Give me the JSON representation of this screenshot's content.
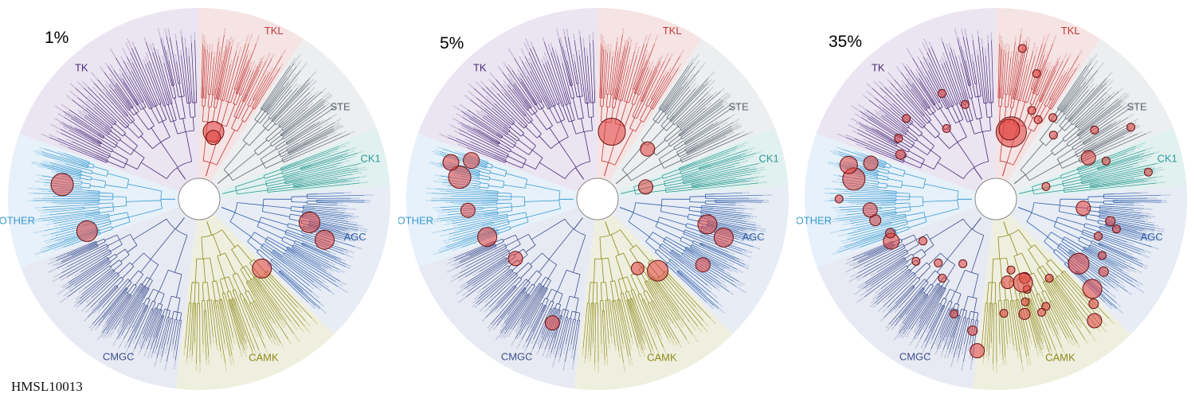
{
  "sample_id": "HMSL10013",
  "group_colors": {
    "TKL": "#c23a3a",
    "STE": "#5a6472",
    "CK1": "#2a9a94",
    "AGC": "#2f5ea8",
    "CAMK": "#8f8a1a",
    "CMGC": "#3a4f8f",
    "OTHER": "#3a9ad0",
    "TK": "#4a2a7a"
  },
  "sector_fill": {
    "TKL": "#f6e3e3",
    "STE": "#eceeef",
    "CK1": "#e1f1ef",
    "AGC": "#e7ecf5",
    "CAMK": "#efefdf",
    "CMGC": "#e8eaf3",
    "OTHER": "#e6f1fa",
    "TK": "#ebe5f1"
  },
  "panels": [
    {
      "label": "1%",
      "circles": [
        {
          "a": 12,
          "f": 0.36,
          "r": 13
        },
        {
          "a": 13,
          "f": 0.33,
          "r": 9
        },
        {
          "a": 102,
          "f": 0.59,
          "r": 13
        },
        {
          "a": 108,
          "f": 0.69,
          "r": 12
        },
        {
          "a": 138,
          "f": 0.49,
          "r": 12
        },
        {
          "a": 276,
          "f": 0.72,
          "r": 14
        },
        {
          "a": 254,
          "f": 0.61,
          "r": 13
        }
      ]
    },
    {
      "label": "5%",
      "circles": [
        {
          "a": 12,
          "f": 0.36,
          "r": 17
        },
        {
          "a": 45,
          "f": 0.37,
          "r": 9
        },
        {
          "a": 76,
          "f": 0.26,
          "r": 9
        },
        {
          "a": 103,
          "f": 0.59,
          "r": 12
        },
        {
          "a": 107,
          "f": 0.69,
          "r": 12
        },
        {
          "a": 122,
          "f": 0.65,
          "r": 9
        },
        {
          "a": 140,
          "f": 0.49,
          "r": 13
        },
        {
          "a": 150,
          "f": 0.42,
          "r": 8
        },
        {
          "a": 200,
          "f": 0.69,
          "r": 9
        },
        {
          "a": 234,
          "f": 0.53,
          "r": 9
        },
        {
          "a": 251,
          "f": 0.61,
          "r": 12
        },
        {
          "a": 265,
          "f": 0.68,
          "r": 9
        },
        {
          "a": 279,
          "f": 0.73,
          "r": 14
        },
        {
          "a": 284,
          "f": 0.79,
          "r": 10
        },
        {
          "a": 287,
          "f": 0.69,
          "r": 10
        }
      ]
    },
    {
      "label": "35%",
      "circles": [
        {
          "a": 13,
          "f": 0.36,
          "r": 19
        },
        {
          "a": 11,
          "f": 0.37,
          "r": 13
        },
        {
          "a": 10,
          "f": 0.8,
          "r": 5
        },
        {
          "a": 18,
          "f": 0.69,
          "r": 5
        },
        {
          "a": 22,
          "f": 0.5,
          "r": 5
        },
        {
          "a": 28,
          "f": 0.47,
          "r": 5
        },
        {
          "a": 35,
          "f": 0.52,
          "r": 5
        },
        {
          "a": 42,
          "f": 0.45,
          "r": 5
        },
        {
          "a": 55,
          "f": 0.63,
          "r": 5
        },
        {
          "a": 62,
          "f": 0.8,
          "r": 5
        },
        {
          "a": 66,
          "f": 0.53,
          "r": 9
        },
        {
          "a": 71,
          "f": 0.61,
          "r": 5
        },
        {
          "a": 76,
          "f": 0.27,
          "r": 5
        },
        {
          "a": 80,
          "f": 0.81,
          "r": 5
        },
        {
          "a": 96,
          "f": 0.46,
          "r": 9
        },
        {
          "a": 101,
          "f": 0.61,
          "r": 6
        },
        {
          "a": 104,
          "f": 0.65,
          "r": 5
        },
        {
          "a": 110,
          "f": 0.57,
          "r": 5
        },
        {
          "a": 118,
          "f": 0.63,
          "r": 5
        },
        {
          "a": 124,
          "f": 0.68,
          "r": 6
        },
        {
          "a": 128,
          "f": 0.55,
          "r": 13
        },
        {
          "a": 133,
          "f": 0.69,
          "r": 12
        },
        {
          "a": 137,
          "f": 0.75,
          "r": 6
        },
        {
          "a": 141,
          "f": 0.82,
          "r": 9
        },
        {
          "a": 146,
          "f": 0.5,
          "r": 5
        },
        {
          "a": 155,
          "f": 0.62,
          "r": 5
        },
        {
          "a": 158,
          "f": 0.64,
          "r": 5
        },
        {
          "a": 160,
          "f": 0.44,
          "r": 7
        },
        {
          "a": 161,
          "f": 0.5,
          "r": 5
        },
        {
          "a": 162,
          "f": 0.46,
          "r": 12
        },
        {
          "a": 164,
          "f": 0.56,
          "r": 5
        },
        {
          "a": 166,
          "f": 0.62,
          "r": 7
        },
        {
          "a": 168,
          "f": 0.38,
          "r": 5
        },
        {
          "a": 172,
          "f": 0.44,
          "r": 8
        },
        {
          "a": 176,
          "f": 0.6,
          "r": 5
        },
        {
          "a": 187,
          "f": 0.8,
          "r": 9
        },
        {
          "a": 190,
          "f": 0.7,
          "r": 6
        },
        {
          "a": 200,
          "f": 0.64,
          "r": 5
        },
        {
          "a": 207,
          "f": 0.38,
          "r": 5
        },
        {
          "a": 214,
          "f": 0.5,
          "r": 5
        },
        {
          "a": 222,
          "f": 0.45,
          "r": 5
        },
        {
          "a": 232,
          "f": 0.53,
          "r": 5
        },
        {
          "a": 240,
          "f": 0.44,
          "r": 5
        },
        {
          "a": 248,
          "f": 0.59,
          "r": 10
        },
        {
          "a": 252,
          "f": 0.58,
          "r": 6
        },
        {
          "a": 260,
          "f": 0.64,
          "r": 7
        },
        {
          "a": 265,
          "f": 0.66,
          "r": 9
        },
        {
          "a": 270,
          "f": 0.82,
          "r": 5
        },
        {
          "a": 278,
          "f": 0.75,
          "r": 14
        },
        {
          "a": 283,
          "f": 0.79,
          "r": 11
        },
        {
          "a": 286,
          "f": 0.68,
          "r": 9
        },
        {
          "a": 295,
          "f": 0.55,
          "r": 6
        },
        {
          "a": 302,
          "f": 0.6,
          "r": 5
        },
        {
          "a": 312,
          "f": 0.63,
          "r": 5
        },
        {
          "a": 325,
          "f": 0.45,
          "r": 5
        },
        {
          "a": 333,
          "f": 0.62,
          "r": 5
        },
        {
          "a": 342,
          "f": 0.52,
          "r": 5
        }
      ]
    }
  ],
  "groups": [
    {
      "name": "TKL",
      "label_angle": 24,
      "label_f": 0.96
    },
    {
      "name": "STE",
      "label_angle": 57,
      "label_f": 0.88
    },
    {
      "name": "CK1",
      "label_angle": 77,
      "label_f": 0.92
    },
    {
      "name": "AGC",
      "label_angle": 104,
      "label_f": 0.84
    },
    {
      "name": "CAMK",
      "label_angle": 158,
      "label_f": 0.9
    },
    {
      "name": "CMGC",
      "label_angle": 207,
      "label_f": 0.93
    },
    {
      "name": "OTHER",
      "label_angle": 263,
      "label_f": 0.96
    },
    {
      "name": "TK",
      "label_angle": 318,
      "label_f": 0.92
    }
  ]
}
